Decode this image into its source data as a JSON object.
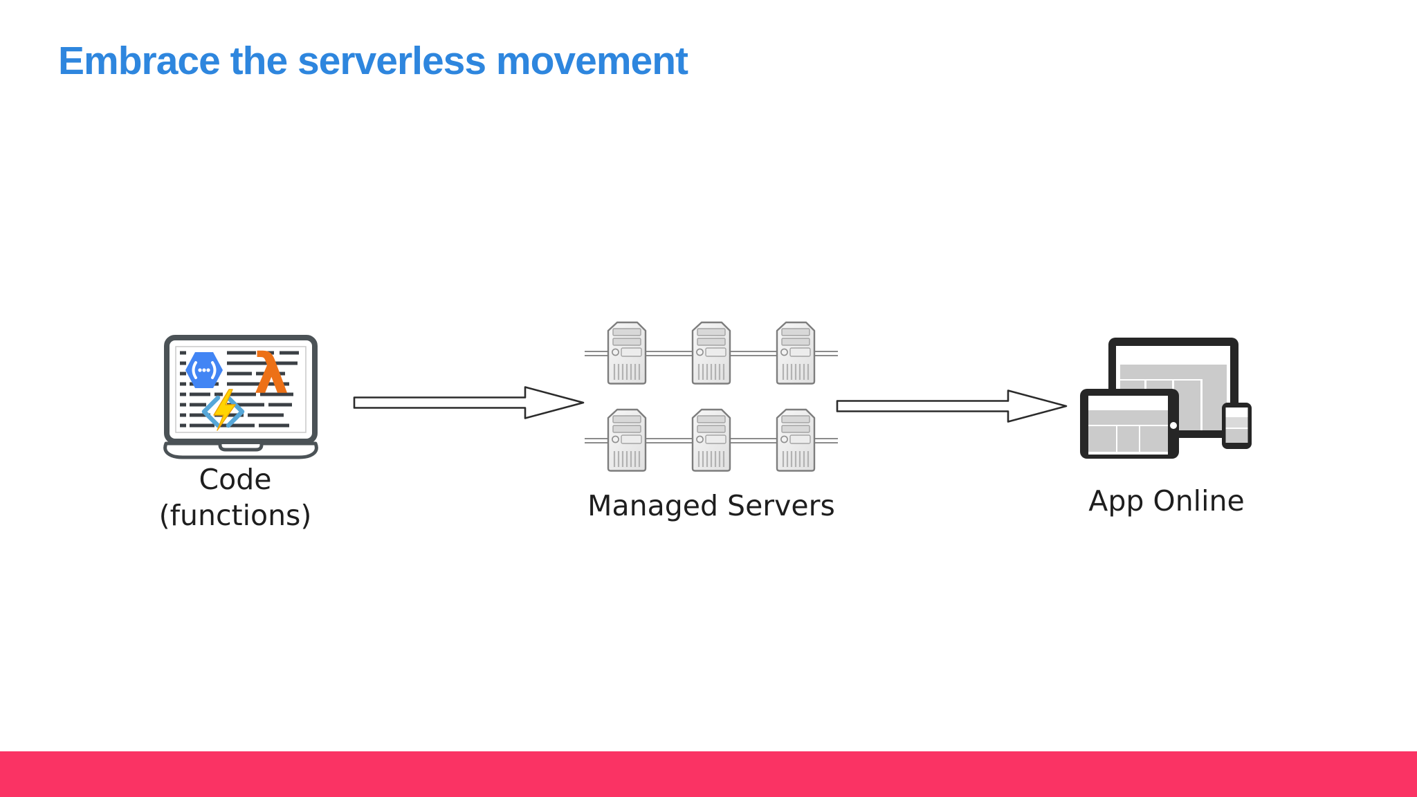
{
  "slide": {
    "title": "Embrace the serverless movement"
  },
  "nodes": {
    "code": {
      "line1": "Code",
      "line2": "(functions)"
    },
    "servers": {
      "label": "Managed Servers"
    },
    "app": {
      "label": "App Online"
    }
  },
  "icon_glyphs": {
    "aws_lambda": "λ",
    "gcp_cloud_functions": "(···)"
  },
  "colors": {
    "title-blue": "#2e86de",
    "footer-pink": "#fa3364",
    "label-dark": "#1e1e1e",
    "outline-dark": "#2b2b2b",
    "laptop-frame": "#4b5256",
    "gcp-blue": "#4285f4",
    "lambda-orange": "#ed7117",
    "bolt-yellow": "#ffd402",
    "bracket-blue": "#56a7d8",
    "device-frame": "#262626",
    "wireframe-gray": "#cbcbcb",
    "server-border": "#7d7d7d"
  }
}
